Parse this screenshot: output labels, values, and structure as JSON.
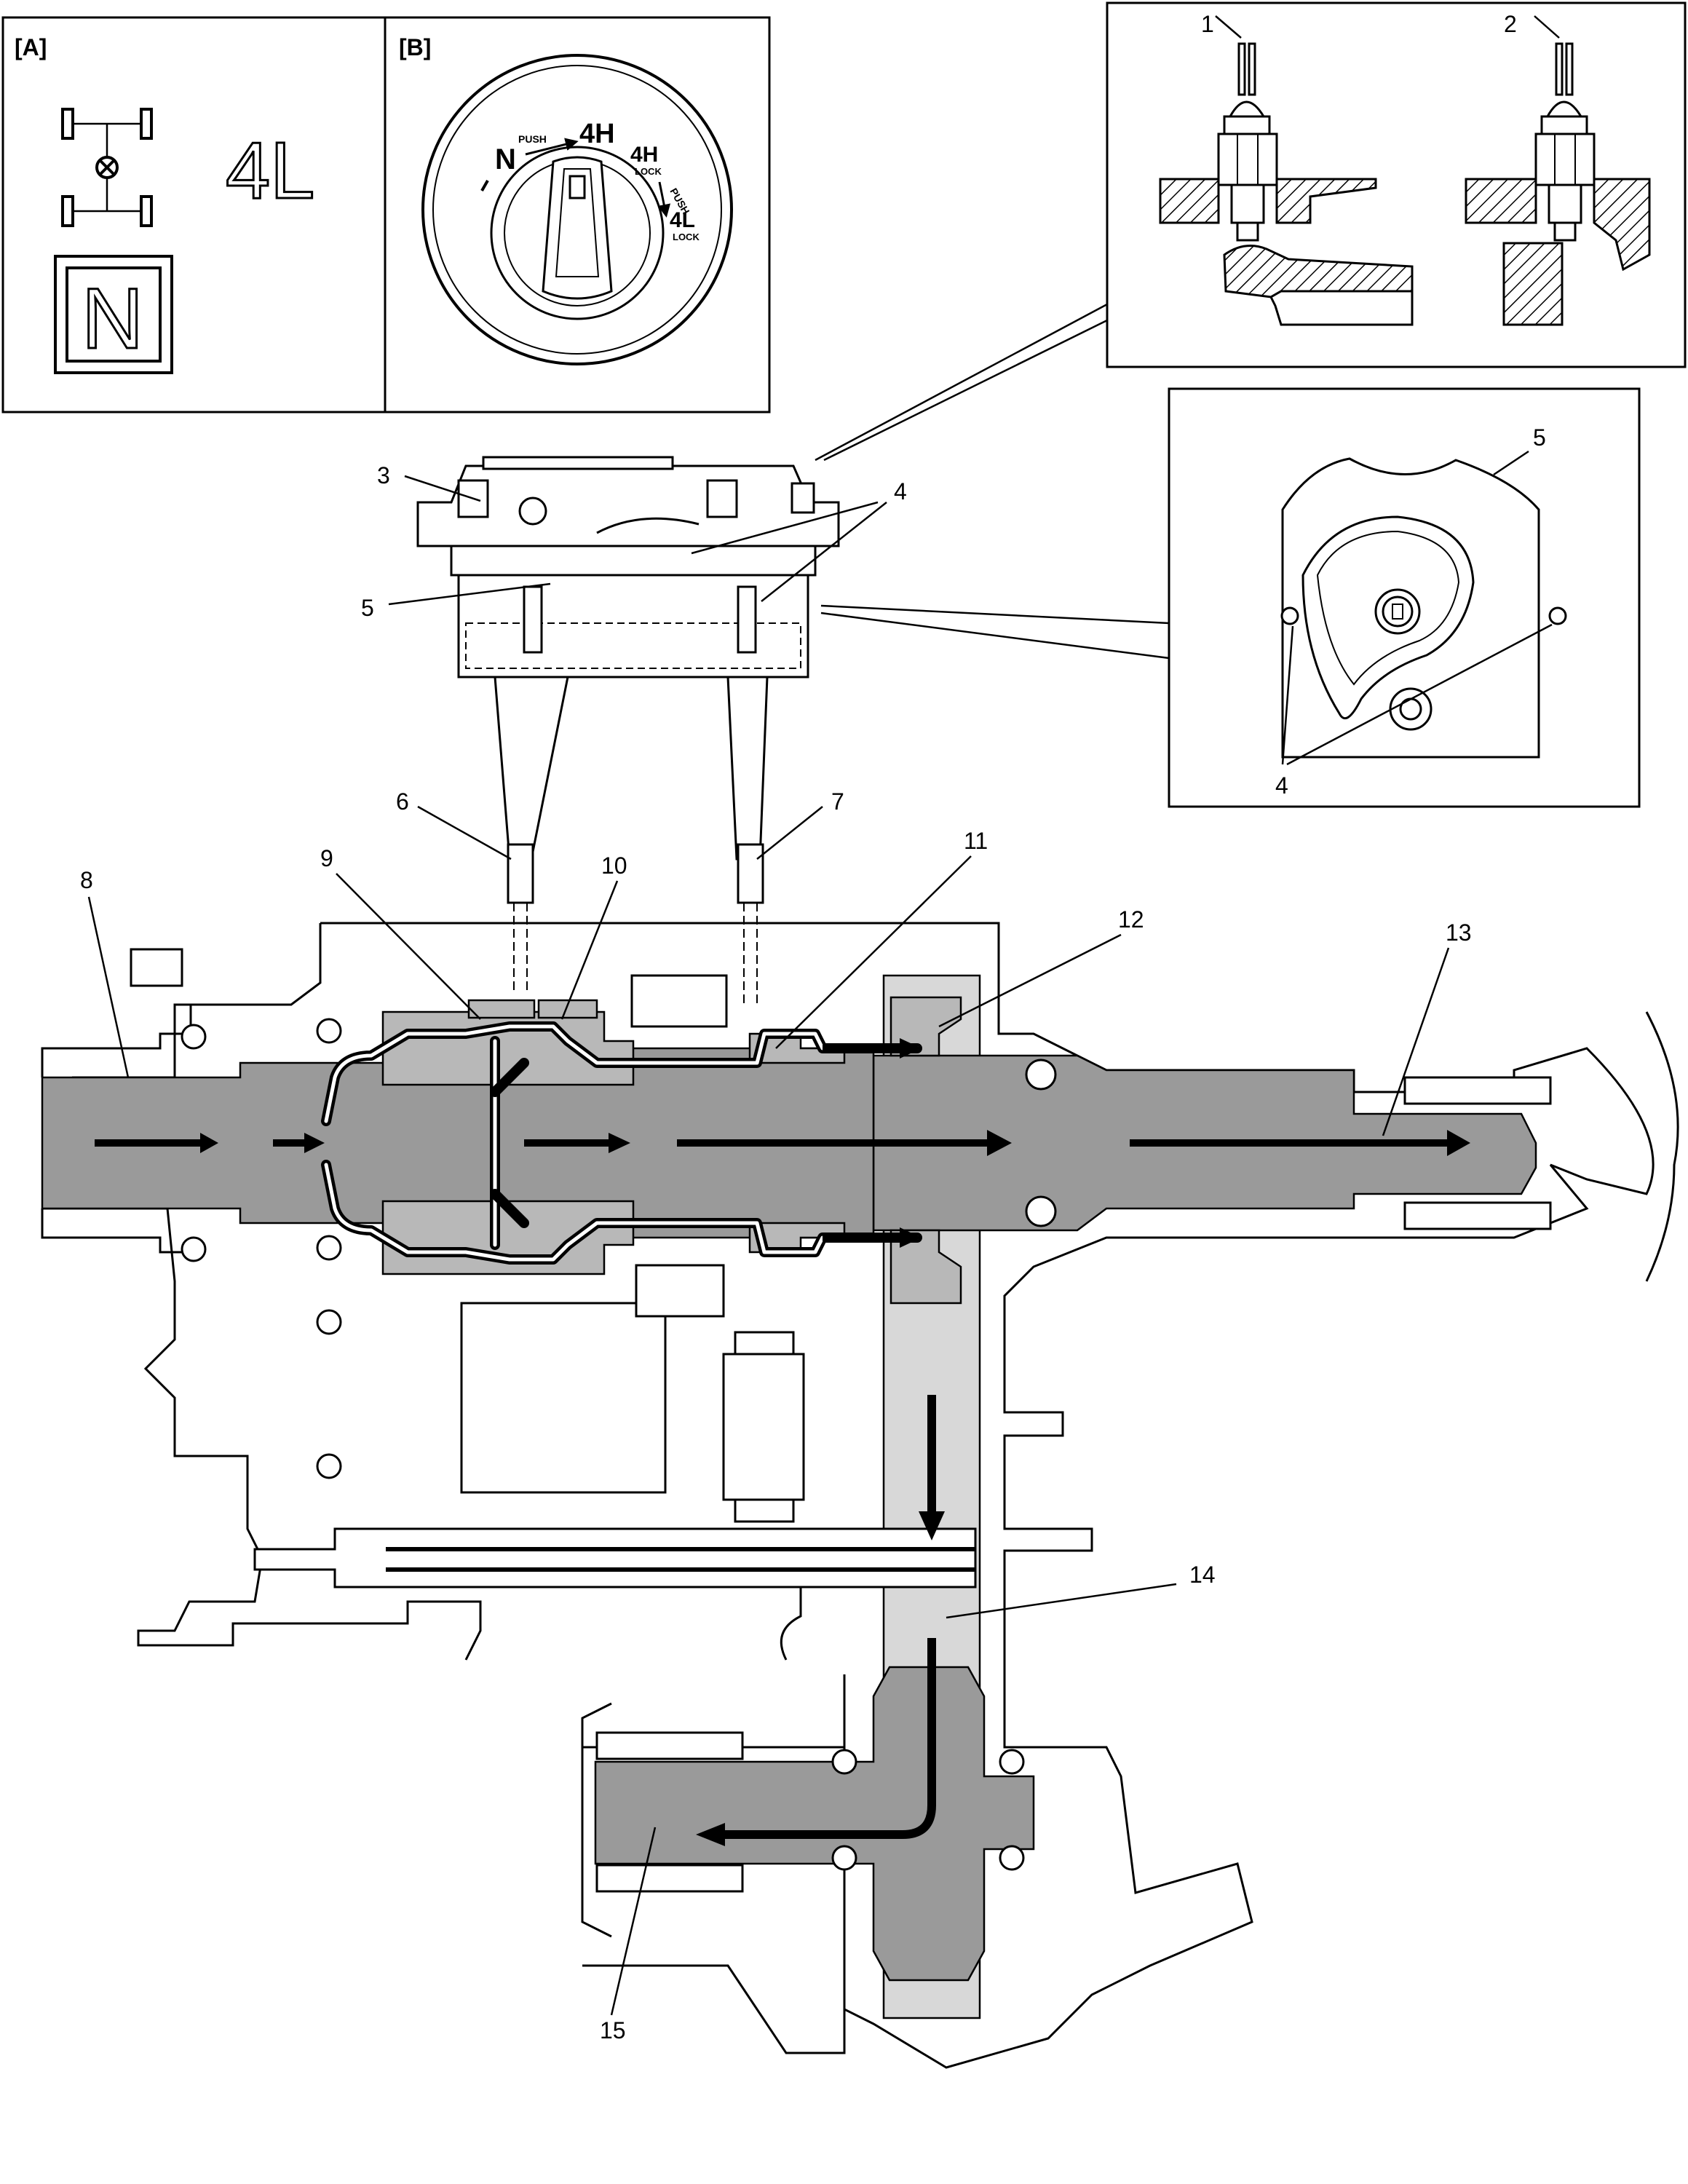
{
  "panel_a": {
    "tag": "[A]",
    "mode_text": "4L",
    "neutral_text": "N"
  },
  "panel_b": {
    "tag": "[B]",
    "dial": {
      "n": "N",
      "h4": "4H",
      "h4_lock": "4H",
      "l4_lock": "4L",
      "push": "PUSH",
      "lock": "LOCK"
    }
  },
  "callouts": [
    {
      "id": "c1",
      "text": "1"
    },
    {
      "id": "c2",
      "text": "2"
    },
    {
      "id": "c3",
      "text": "3"
    },
    {
      "id": "c4a",
      "text": "4"
    },
    {
      "id": "c4b",
      "text": "4"
    },
    {
      "id": "c5a",
      "text": "5"
    },
    {
      "id": "c5b",
      "text": "5"
    },
    {
      "id": "c6",
      "text": "6"
    },
    {
      "id": "c7",
      "text": "7"
    },
    {
      "id": "c8",
      "text": "8"
    },
    {
      "id": "c9",
      "text": "9"
    },
    {
      "id": "c10",
      "text": "10"
    },
    {
      "id": "c11",
      "text": "11"
    },
    {
      "id": "c12",
      "text": "12"
    },
    {
      "id": "c13",
      "text": "13"
    },
    {
      "id": "c14",
      "text": "14"
    },
    {
      "id": "c15",
      "text": "15"
    }
  ],
  "colors": {
    "shaft_fill": "#9a9a9a",
    "gear_fill": "#b8b8b8",
    "chain_fill": "#d8d8d8",
    "flow_line": "#000000"
  }
}
